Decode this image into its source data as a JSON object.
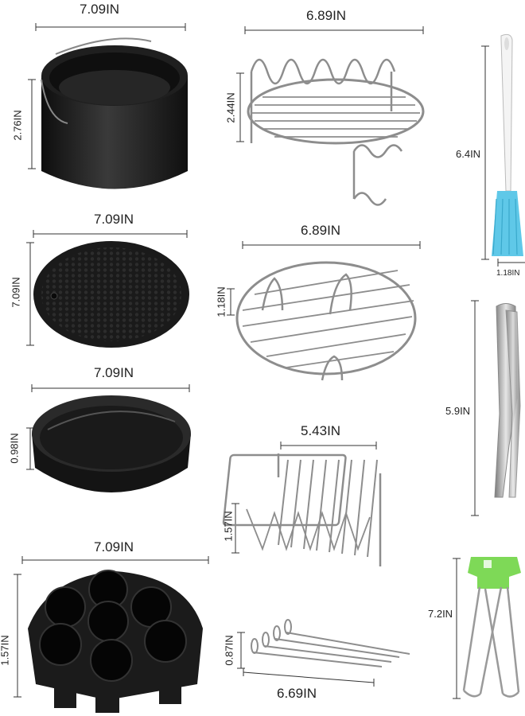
{
  "dimensions": {
    "pan_width": "7.09IN",
    "pan_height": "2.76IN",
    "rack_high_width": "6.89IN",
    "rack_high_height": "2.44IN",
    "mat_width": "7.09IN",
    "mat_height": "7.09IN",
    "rack_low_width": "6.89IN",
    "rack_low_height": "1.18IN",
    "cake_pan_width": "7.09IN",
    "cake_pan_height": "0.98IN",
    "toast_rack_width": "5.43IN",
    "toast_rack_height": "1.57IN",
    "muffin_width": "7.09IN",
    "muffin_height": "1.57IN",
    "skewer_length": "6.69IN",
    "skewer_height": "0.87IN",
    "brush_length": "6.4IN",
    "brush_width": "1.18IN",
    "tongs_length": "5.9IN",
    "clip_height": "7.2IN"
  },
  "colors": {
    "nonstick": "#1b1b1b",
    "steel": "#9a9a9a",
    "brush_head": "#5fc8e8",
    "clip_green": "#7ed957",
    "line": "#333333"
  }
}
